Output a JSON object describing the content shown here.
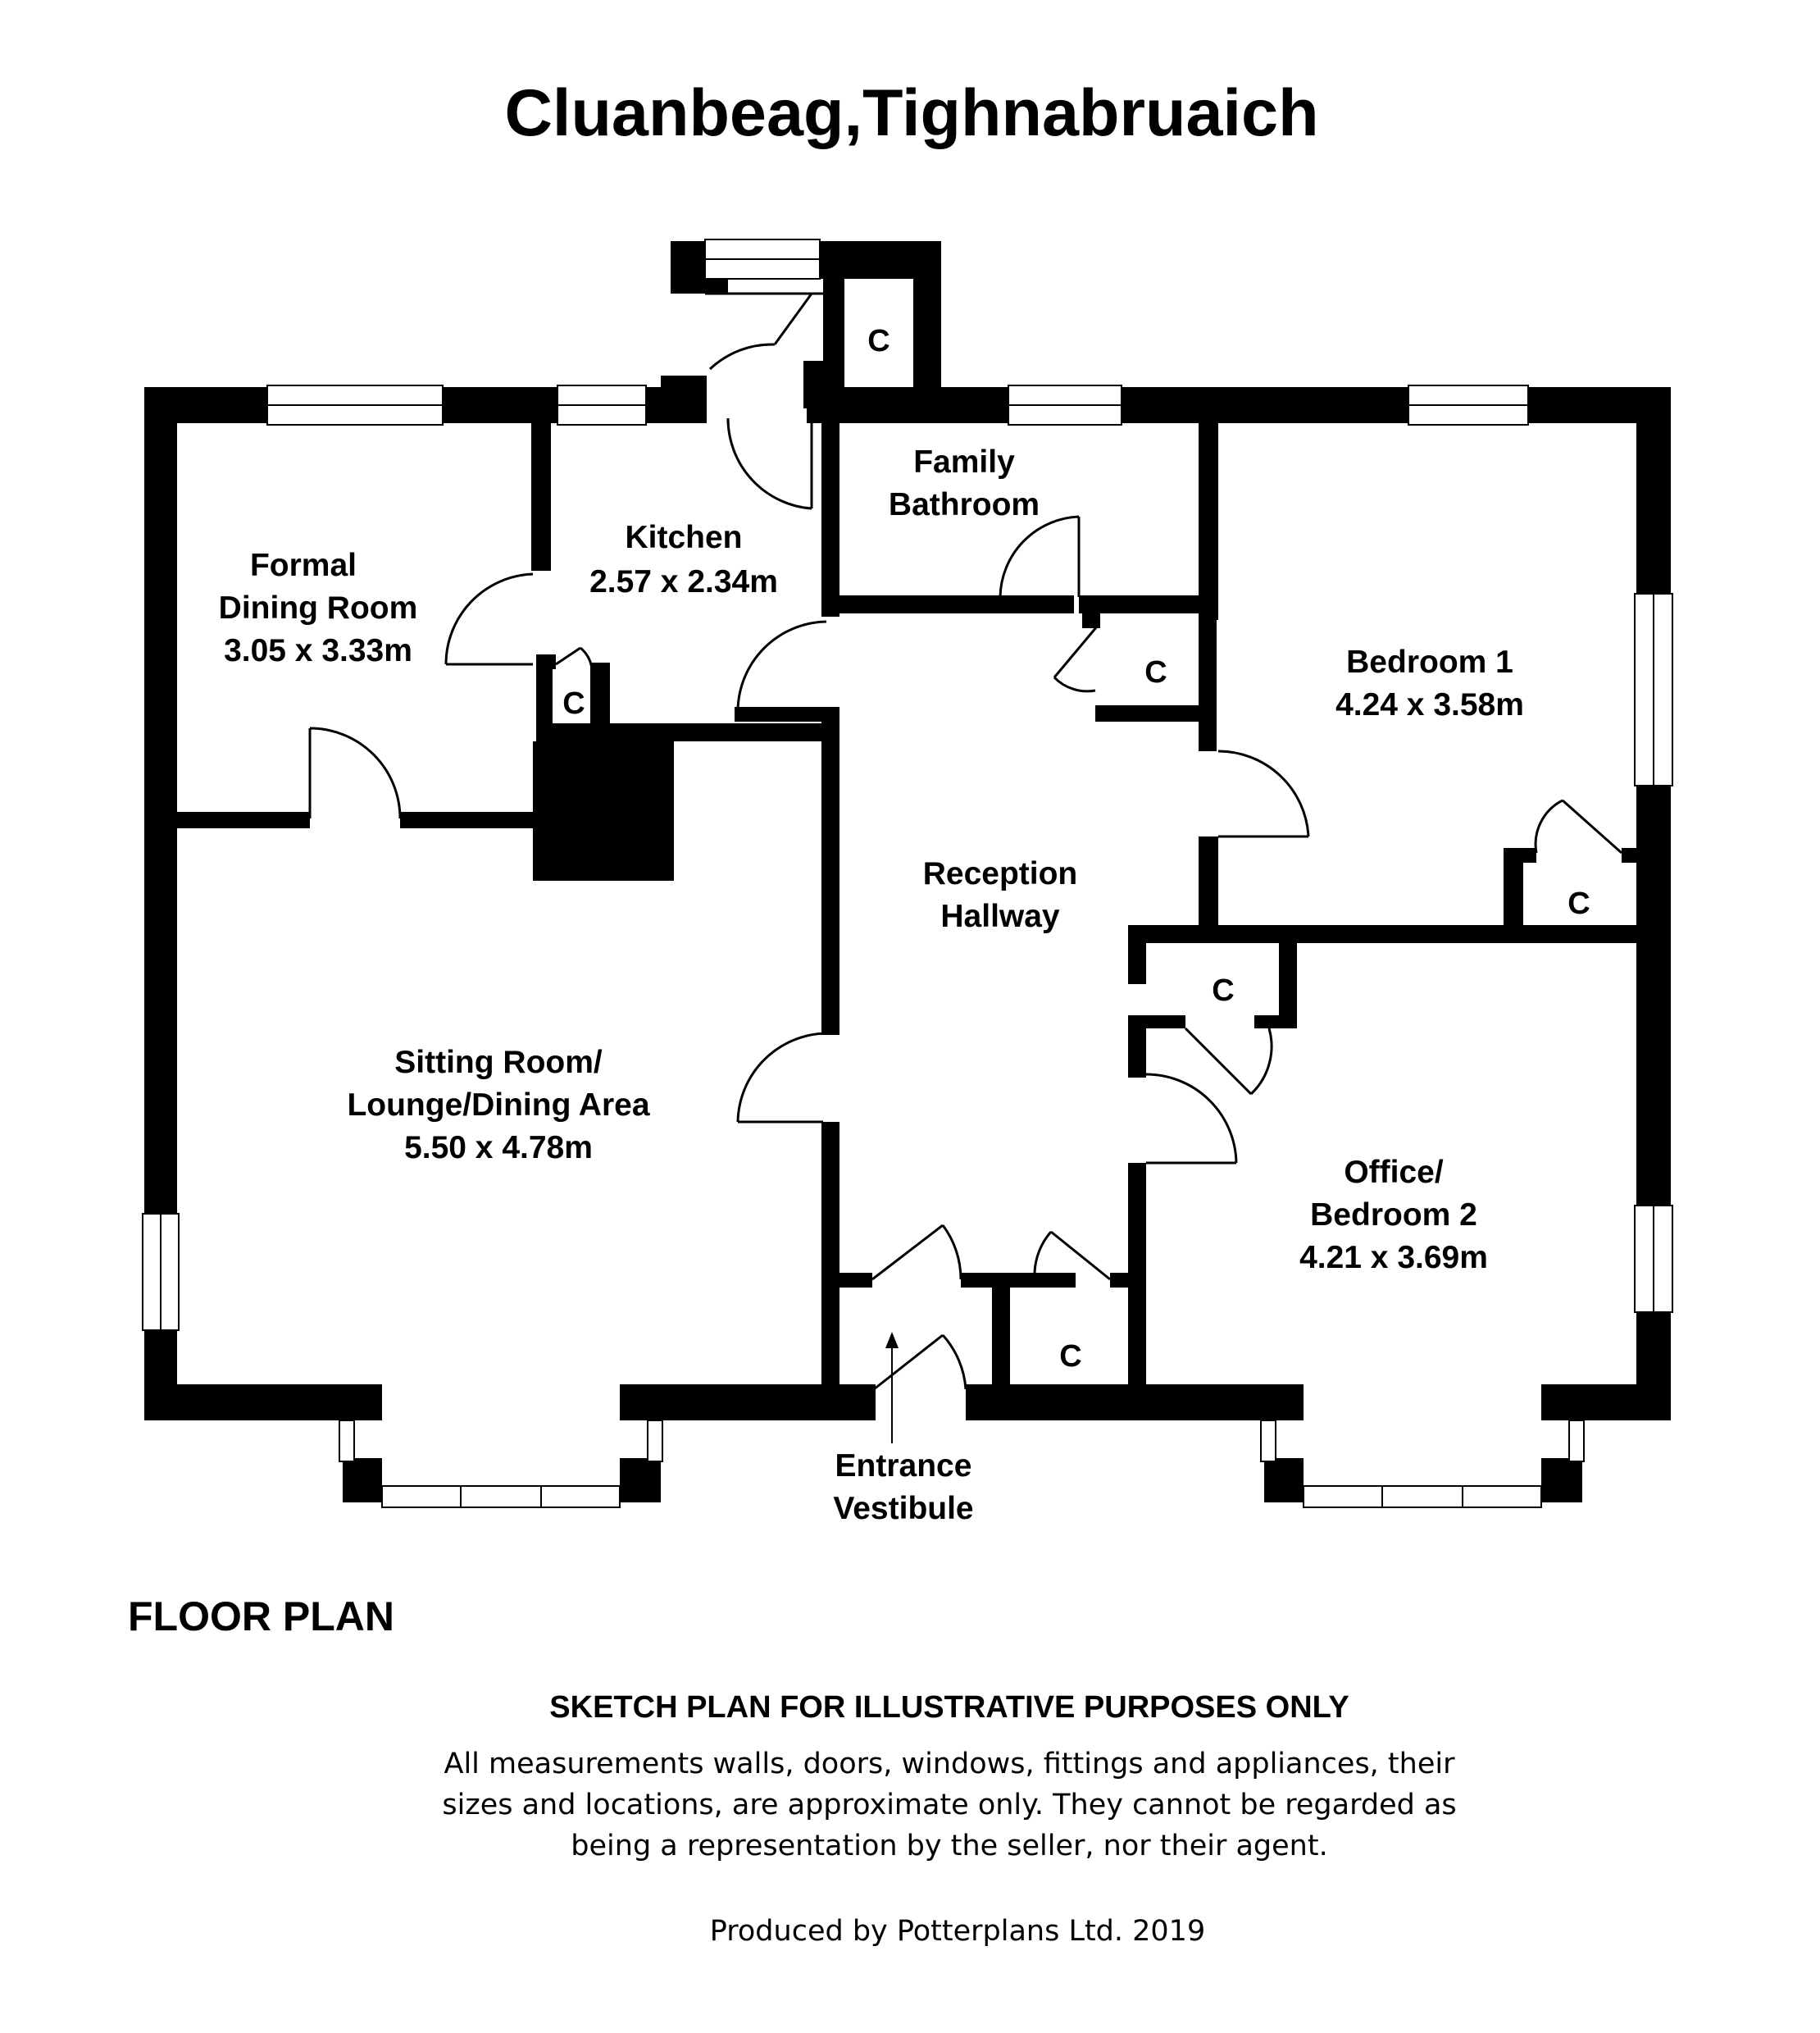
{
  "title": "Cluanbeag,Tighnabruaich",
  "rooms": {
    "dining": {
      "line1": "Formal",
      "line2": "Dining Room",
      "dims": "3.05 x 3.33m"
    },
    "kitchen": {
      "line1": "Kitchen",
      "dims": "2.57 x 2.34m"
    },
    "bathroom": {
      "line1": "Family",
      "line2": "Bathroom"
    },
    "bedroom1": {
      "line1": "Bedroom 1",
      "dims": "4.24 x 3.58m"
    },
    "hallway": {
      "line1": "Reception",
      "line2": "Hallway"
    },
    "sitting": {
      "line1": "Sitting Room/",
      "line2": "Lounge/Dining Area",
      "dims": "5.50 x 4.78m"
    },
    "office": {
      "line1": "Office/",
      "line2": "Bedroom 2",
      "dims": "4.21 x 3.69m"
    },
    "vestibule": {
      "line1": "Entrance",
      "line2": "Vestibule"
    }
  },
  "cupboard_label": "C",
  "floor_label": "FLOOR PLAN",
  "disclaimer": {
    "heading": "SKETCH PLAN FOR ILLUSTRATIVE PURPOSES ONLY",
    "line1": "All measurements walls, doors, windows, fittings and appliances, their",
    "line2": "sizes and locations, are approximate only. They cannot be regarded as",
    "line3": "being a representation by the seller, nor their agent.",
    "credit": "Produced by Potterplans Ltd. 2019"
  }
}
